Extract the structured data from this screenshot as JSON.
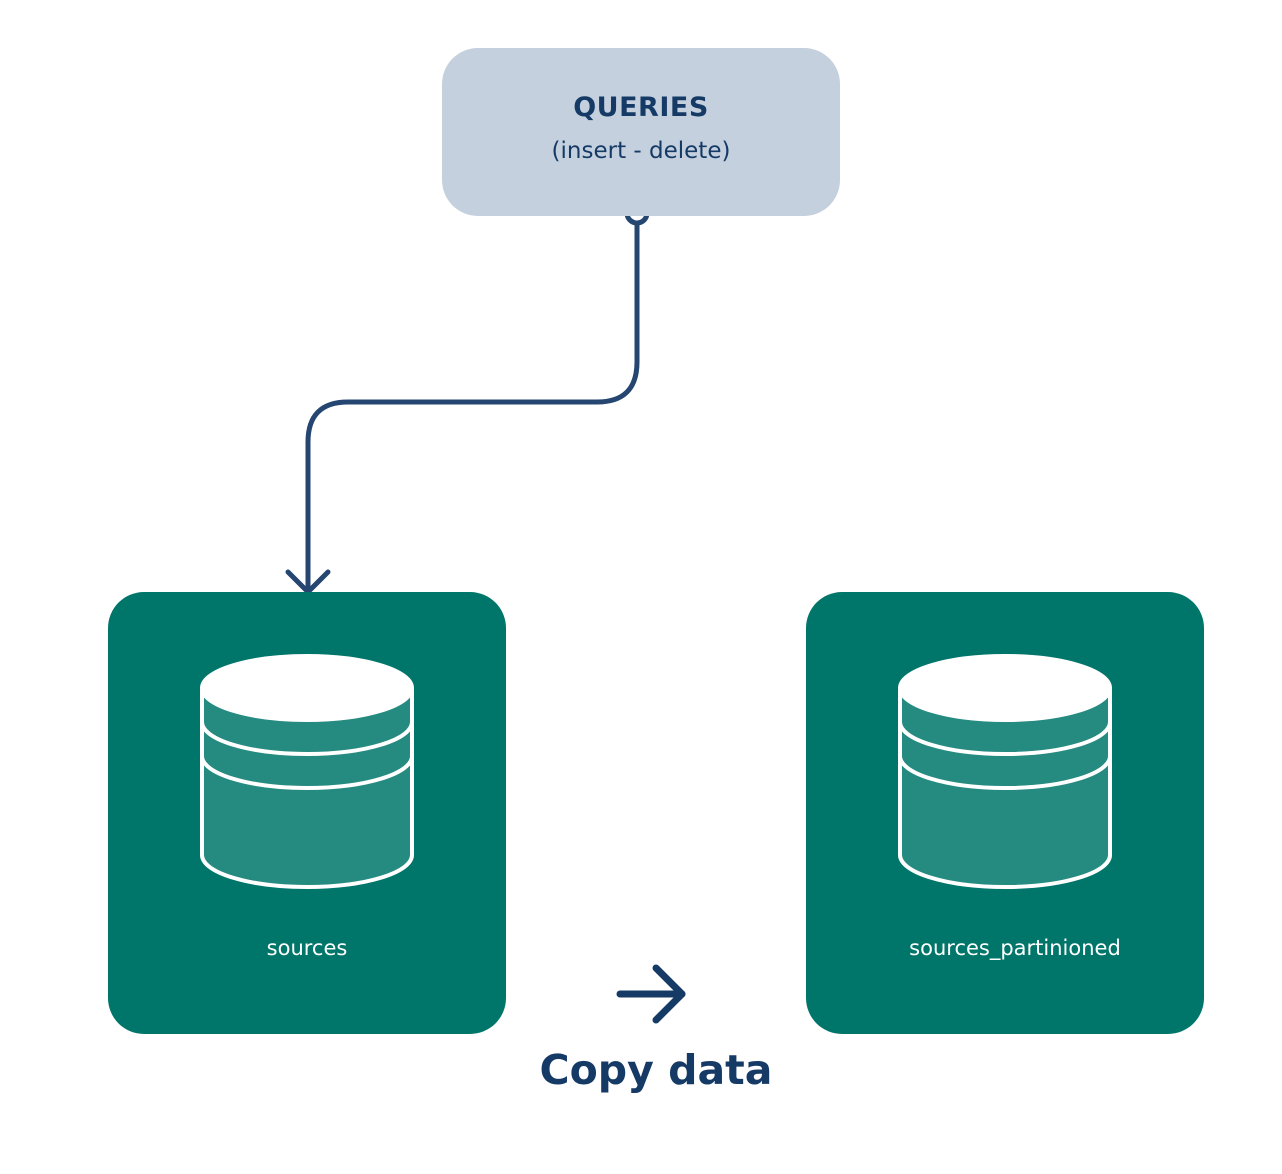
{
  "queries": {
    "title": "QUERIES",
    "subtitle": "(insert - delete)"
  },
  "databases": [
    {
      "label": "sources"
    },
    {
      "label": "sources_partinioned"
    }
  ],
  "copy": {
    "label": "Copy data"
  },
  "colors": {
    "query_fill": "#c4d0dd",
    "query_text": "#153a66",
    "db_fill": "#00766a",
    "db_icon_fill": "#258a7f",
    "connector": "#244670"
  },
  "icons": {
    "database": "database-icon",
    "arrow": "arrow-right-icon"
  }
}
